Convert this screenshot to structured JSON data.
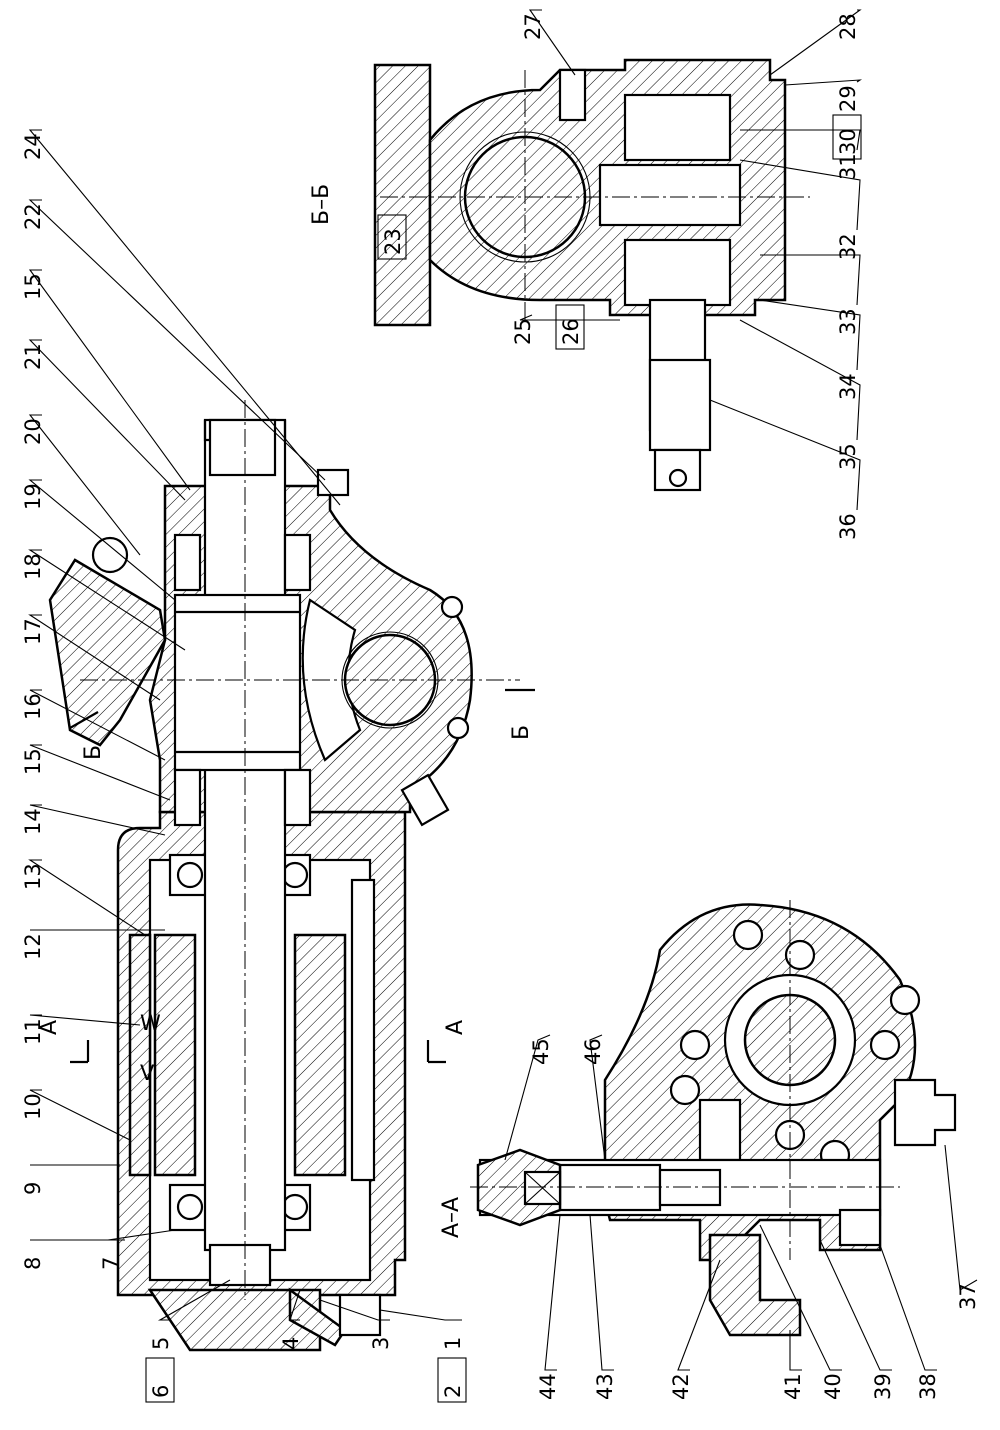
{
  "views": {
    "section_aa": "А–А",
    "section_bb": "Б–Б",
    "cut_a": "А",
    "cut_b": "Б"
  },
  "callouts": {
    "main": [
      "1",
      "2",
      "3",
      "4",
      "5",
      "6",
      "7",
      "8",
      "9",
      "10",
      "11",
      "12",
      "13",
      "14",
      "15",
      "16",
      "17",
      "18",
      "19",
      "20",
      "21",
      "15",
      "22",
      "23",
      "24"
    ],
    "section_bb": [
      "25",
      "26",
      "27",
      "28",
      "29",
      "30",
      "31",
      "32",
      "33",
      "34",
      "35",
      "36"
    ],
    "section_aa": [
      "37",
      "38",
      "39",
      "40",
      "41",
      "42",
      "43",
      "44",
      "45",
      "46"
    ]
  },
  "boxed_numbers": [
    "2",
    "6",
    "23",
    "26",
    "30"
  ]
}
